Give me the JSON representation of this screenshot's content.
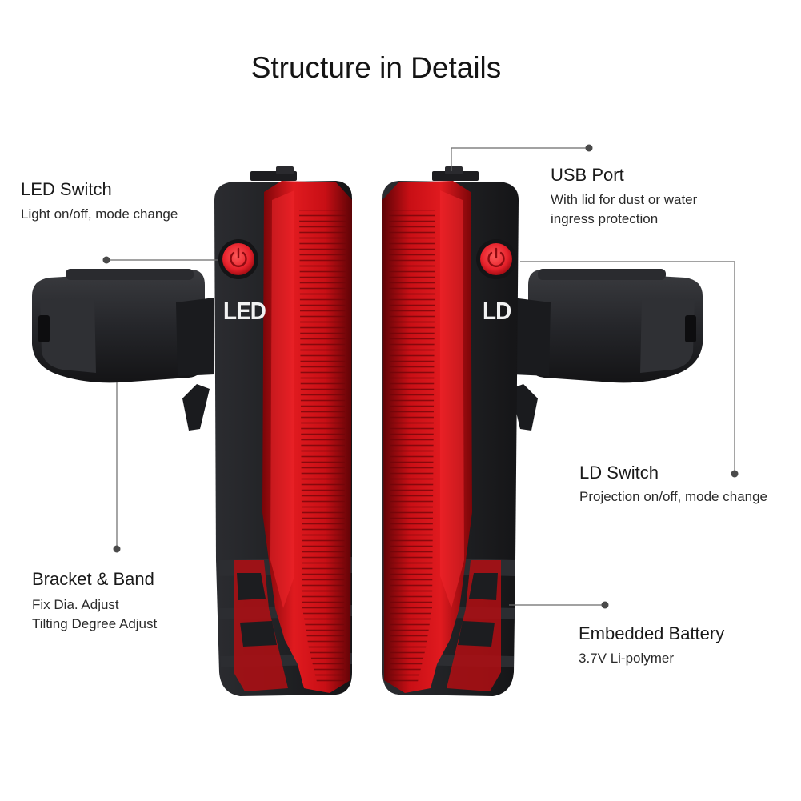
{
  "title": "Structure in Details",
  "colors": {
    "lens_red": "#d4141a",
    "housing": "#1c1d20",
    "leader": "#6a6a6a"
  },
  "devices": [
    {
      "badge": "LED",
      "button_icon": "power-icon"
    },
    {
      "badge": "LD",
      "button_icon": "power-icon"
    }
  ],
  "callouts": {
    "led_switch": {
      "heading": "LED Switch",
      "lines": [
        "Light on/off, mode change"
      ]
    },
    "usb_port": {
      "heading": "USB Port",
      "lines": [
        "With lid for dust or water",
        "ingress protection"
      ]
    },
    "ld_switch": {
      "heading": "LD Switch",
      "lines": [
        "Projection on/off, mode change"
      ]
    },
    "bracket_band": {
      "heading": "Bracket & Band",
      "lines": [
        "Fix Dia. Adjust",
        "Tilting Degree Adjust"
      ]
    },
    "embedded_battery": {
      "heading": "Embedded Battery",
      "lines": [
        "3.7V Li-polymer"
      ]
    }
  }
}
